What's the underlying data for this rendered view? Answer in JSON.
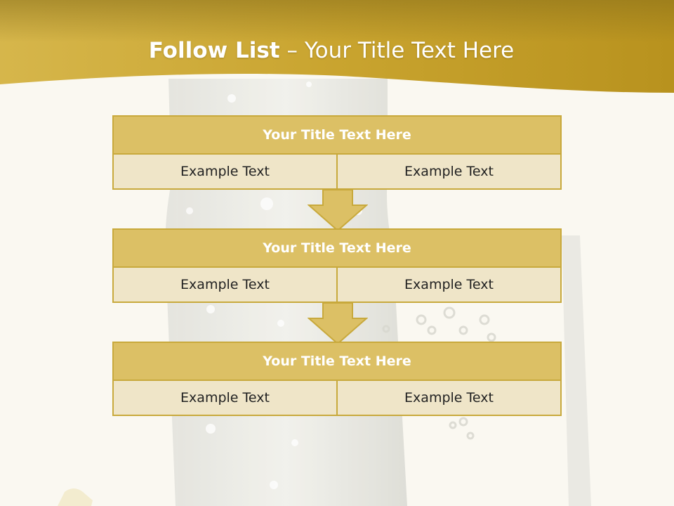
{
  "title": {
    "bold": "Follow List",
    "rest": " – Your Title Text Here"
  },
  "blocks": [
    {
      "header": "Your Title Text Here",
      "left": "Example Text",
      "right": "Example Text"
    },
    {
      "header": "Your Title Text Here",
      "left": "Example Text",
      "right": "Example Text"
    },
    {
      "header": "Your Title Text Here",
      "left": "Example Text",
      "right": "Example Text"
    }
  ],
  "colors": {
    "banner": "#c9a42f",
    "header_fill": "#dcc065",
    "cell_fill": "#efe5c8",
    "border": "#c8a93c",
    "background": "#faf8f1"
  }
}
